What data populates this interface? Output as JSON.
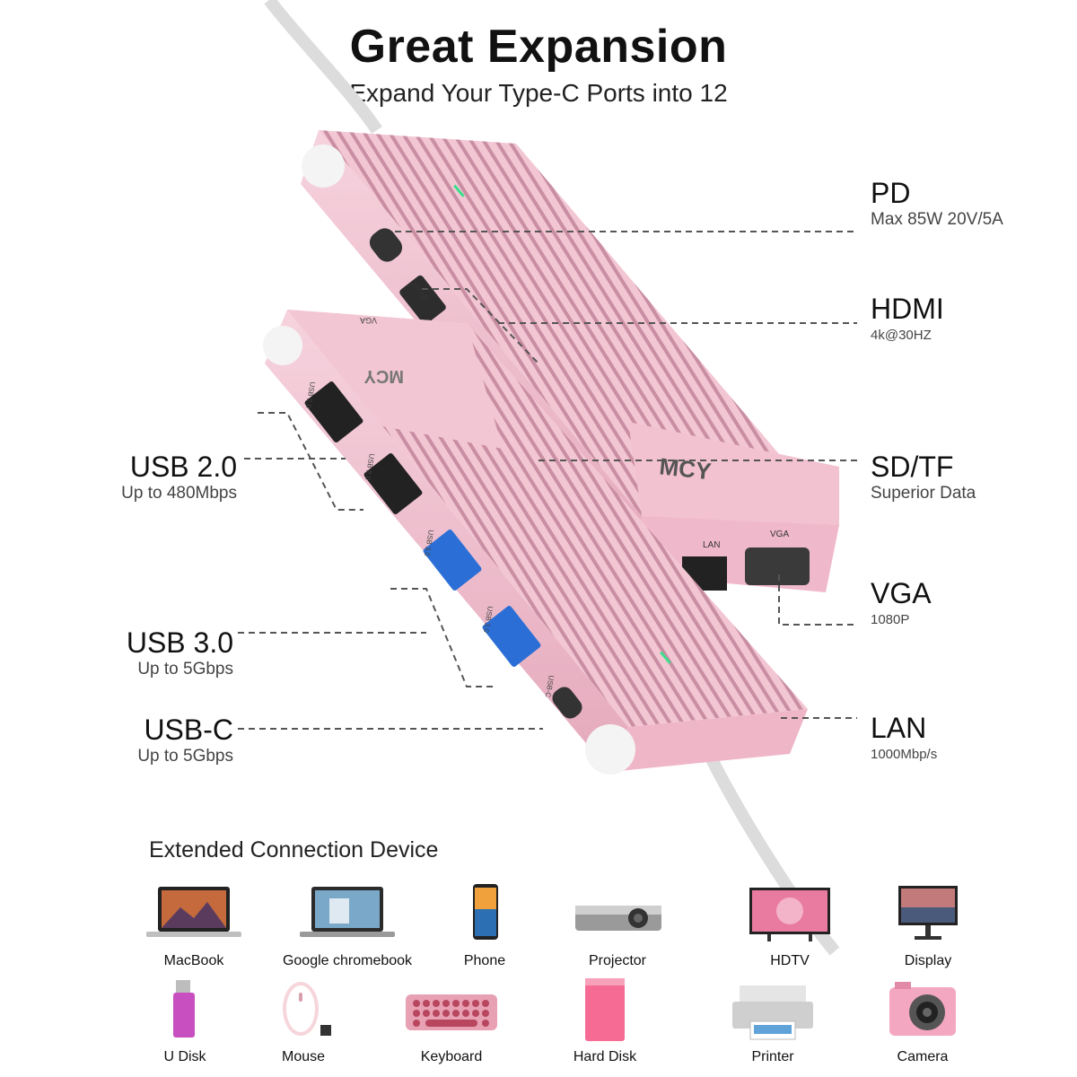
{
  "header": {
    "title": "Great Expansion",
    "subtitle": "Expand Your Type-C Ports into 12"
  },
  "hub": {
    "brand": "MCY",
    "port_labels": {
      "hdmi": "HDMI",
      "tf": "TF",
      "sd": "SD",
      "lan": "LAN",
      "vga": "VGA",
      "usb2": "USB 2.0",
      "usb3": "USB 3.0",
      "usbc": "USB-C"
    },
    "color": "#f3c6d3",
    "accent_led": "#38e08a"
  },
  "ports_right": [
    {
      "name": "PD",
      "desc": "Max 85W 20V/5A"
    },
    {
      "name": "HDMI",
      "desc": "4k@30HZ"
    },
    {
      "name": "SD/TF",
      "desc": "Superior Data"
    },
    {
      "name": "VGA",
      "desc": "1080P"
    },
    {
      "name": "LAN",
      "desc": "1000Mbp/s"
    }
  ],
  "ports_left": [
    {
      "name": "USB 2.0",
      "desc": "Up to 480Mbps"
    },
    {
      "name": "USB 3.0",
      "desc": "Up to 5Gbps"
    },
    {
      "name": "USB-C",
      "desc": "Up to 5Gbps"
    }
  ],
  "devices": {
    "heading": "Extended Connection Device",
    "items": [
      {
        "label": "MacBook",
        "icon": "laptop-icon"
      },
      {
        "label": "Google chromebook",
        "icon": "chromebook-icon"
      },
      {
        "label": "Phone",
        "icon": "phone-icon"
      },
      {
        "label": "Projector",
        "icon": "projector-icon"
      },
      {
        "label": "HDTV",
        "icon": "tv-icon"
      },
      {
        "label": "Display",
        "icon": "monitor-icon"
      },
      {
        "label": "U Disk",
        "icon": "usb-drive-icon"
      },
      {
        "label": "Mouse",
        "icon": "mouse-icon"
      },
      {
        "label": "Keyboard",
        "icon": "keyboard-icon"
      },
      {
        "label": "Hard Disk",
        "icon": "hard-disk-icon"
      },
      {
        "label": "Printer",
        "icon": "printer-icon"
      },
      {
        "label": "Camera",
        "icon": "camera-icon"
      }
    ]
  }
}
